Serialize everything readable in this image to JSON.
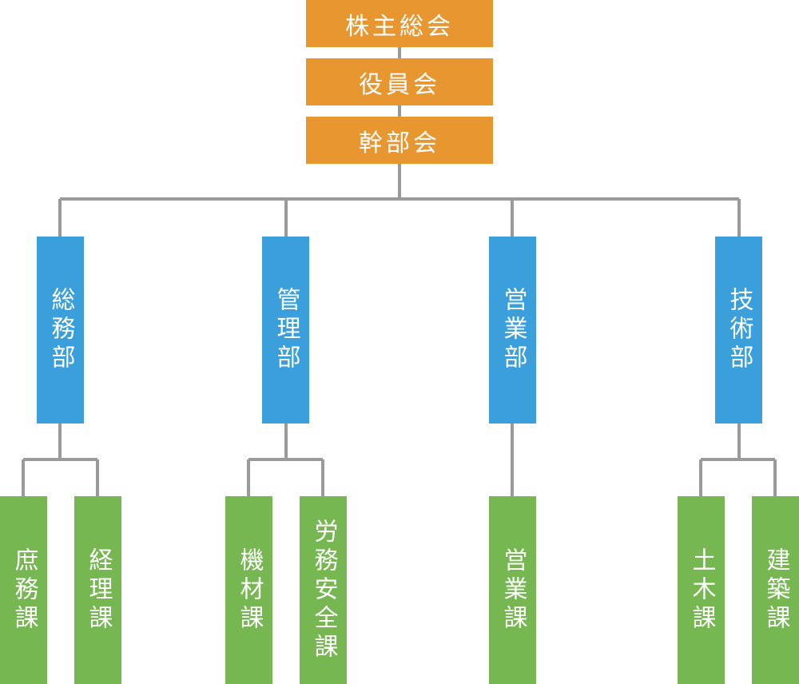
{
  "top_levels": [
    {
      "label": "株主総会"
    },
    {
      "label": "役員会"
    },
    {
      "label": "幹部会"
    }
  ],
  "departments": [
    {
      "label": "総務部"
    },
    {
      "label": "管理部"
    },
    {
      "label": "営業部"
    },
    {
      "label": "技術部"
    }
  ],
  "sections": [
    {
      "label": "庶務課"
    },
    {
      "label": "経理課"
    },
    {
      "label": "機材課"
    },
    {
      "label": "労務安全課"
    },
    {
      "label": "営業課"
    },
    {
      "label": "土木課"
    },
    {
      "label": "建築課"
    }
  ],
  "colors": {
    "top": "#e8962f",
    "department": "#3b9fdb",
    "section": "#76b751",
    "connector": "#9a9a9a"
  }
}
